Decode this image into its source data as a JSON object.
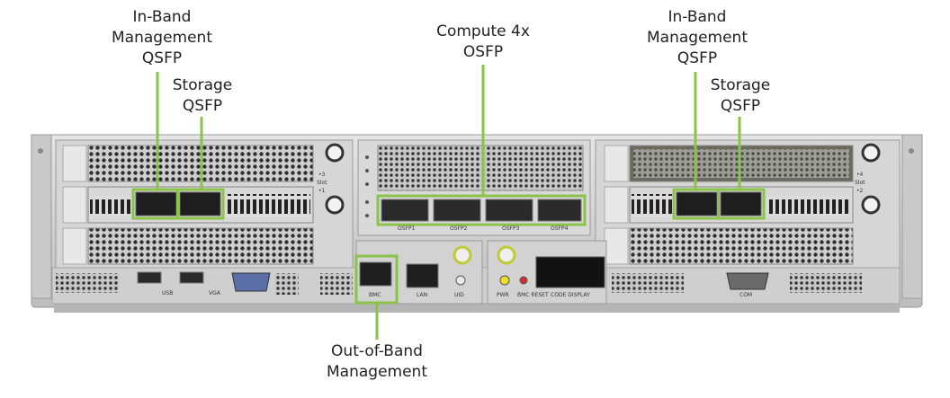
{
  "callouts": {
    "inband_left": [
      "In-Band",
      "Management",
      "QSFP"
    ],
    "storage_left": [
      "Storage",
      "QSFP"
    ],
    "compute": [
      "Compute 4x",
      "OSFP"
    ],
    "inband_right": [
      "In-Band",
      "Management",
      "QSFP"
    ],
    "storage_right": [
      "Storage",
      "QSFP"
    ],
    "oob": [
      "Out-of-Band",
      "Management"
    ]
  },
  "panel_labels": {
    "usb": "USB",
    "vga": "VGA",
    "bmc": "BMC",
    "lan": "LAN",
    "uid": "UID",
    "pwr": "PWR",
    "bmc_reset": "BMC RESET",
    "code_display": "CODE DISPLAY",
    "com": "COM",
    "osfp": [
      "OSFP1",
      "OSFP2",
      "OSFP3",
      "OSFP4"
    ],
    "slot_left_top": "•3",
    "slot_left_mid": "Slot",
    "slot_left_bot": "•1",
    "slot_right_top": "•4",
    "slot_right_mid": "Slot",
    "slot_right_bot": "•2"
  },
  "colors": {
    "highlight": "#8bc34a",
    "chassis": "#d4d4d4",
    "text": "#222222"
  }
}
